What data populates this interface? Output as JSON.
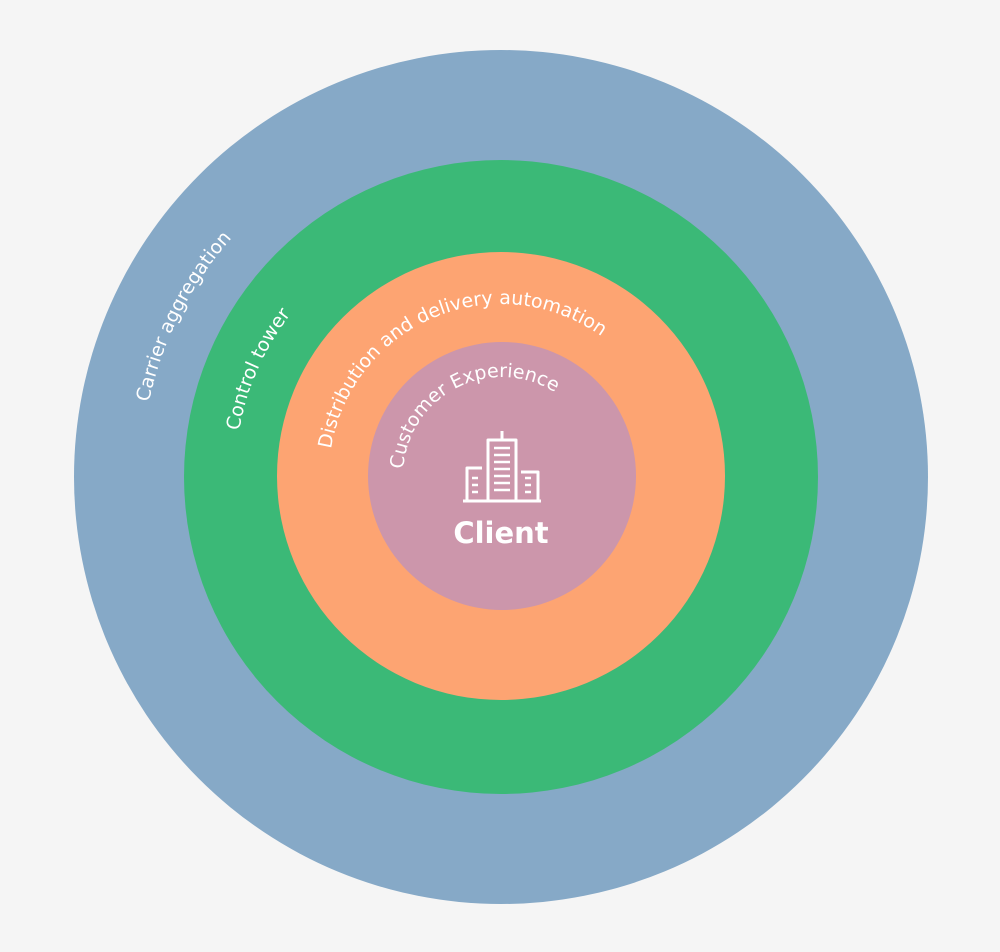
{
  "diagram": {
    "rings": [
      {
        "label": "Carrier aggregation",
        "color": "#86a9c7"
      },
      {
        "label": "Control tower",
        "color": "#3bb977"
      },
      {
        "label": "Distribution and delivery automation",
        "color": "#fda472"
      },
      {
        "label": "Customer Experience",
        "color": "#cc96ab"
      }
    ],
    "center": {
      "label": "Client",
      "icon": "building-icon"
    }
  }
}
